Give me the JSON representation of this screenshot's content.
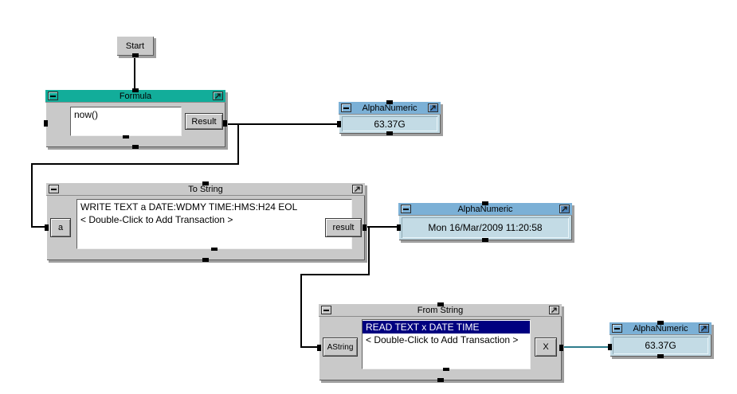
{
  "workspace": {
    "background": "#FFFFFF"
  },
  "palette": {
    "formula_titlebar": "#12AD9A",
    "alphanumeric_titlebar": "#7BB0D6",
    "alphanumeric_body": "#C3DBE5",
    "block_grey": "#C9C9C9",
    "selection_blue": "#000080",
    "wire_black": "#000000",
    "wire_teal": "#2E7C8C"
  },
  "start": {
    "label": "Start"
  },
  "formula": {
    "title": "Formula",
    "expression": "now()",
    "output_pin": "Result"
  },
  "alpha_top": {
    "title": "AlphaNumeric",
    "value": "63.37G"
  },
  "to_string": {
    "title": "To String",
    "input_pin": "a",
    "output_pin": "result",
    "transactions": [
      "WRITE TEXT a DATE:WDMY TIME:HMS:H24 EOL",
      "< Double-Click to Add Transaction >"
    ]
  },
  "alpha_middle": {
    "title": "AlphaNumeric",
    "value": "Mon 16/Mar/2009 11:20:58"
  },
  "from_string": {
    "title": "From String",
    "input_pin": "AString",
    "output_pin": "X",
    "transactions": [
      "READ TEXT x DATE TIME",
      "< Double-Click to Add Transaction >"
    ]
  },
  "alpha_bottom": {
    "title": "AlphaNumeric",
    "value": "63.37G"
  }
}
